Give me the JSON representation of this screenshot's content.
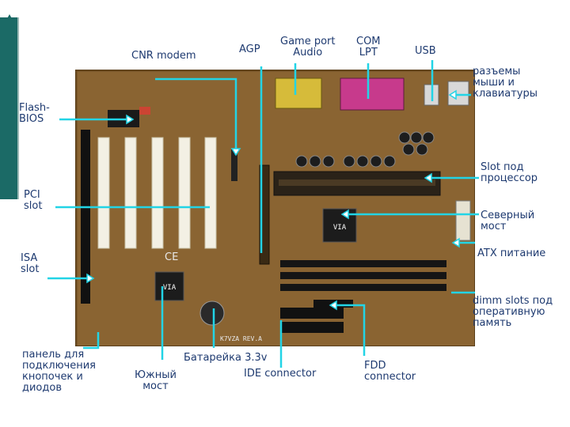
{
  "labels": {
    "cnr": "CNR modem",
    "agp": "AGP",
    "gameport": "Game port\nAudio",
    "comlpt": "COM\nLPT",
    "usb": "USB",
    "ps2": "разъемы\nмыши и\nклавиатуры",
    "flash": "Flash-\nBIOS",
    "cpu_slot": "Slot под\nпроцессор",
    "pci": "PCI\nslot",
    "northbridge": "Северный\nмост",
    "atx": "ATX питание",
    "isa": "ISA\nslot",
    "dimm": "dimm slots под\nоперативную\nпамять",
    "panel": "панель для\nподключения\nкнопочек и\nдиодов",
    "southbridge": "Южный\nмост",
    "battery": "Батарейка 3.3v",
    "ide": "IDE connector",
    "fdd": "FDD\nconnector"
  },
  "board_markings": {
    "model": "K7VZA REV.A",
    "via": "VIA",
    "ce": "CE"
  },
  "colors": {
    "sidebar": "#1b6a66",
    "pointer": "#22d4e6",
    "label": "#1e3a70",
    "pcb": "#8a6432"
  }
}
